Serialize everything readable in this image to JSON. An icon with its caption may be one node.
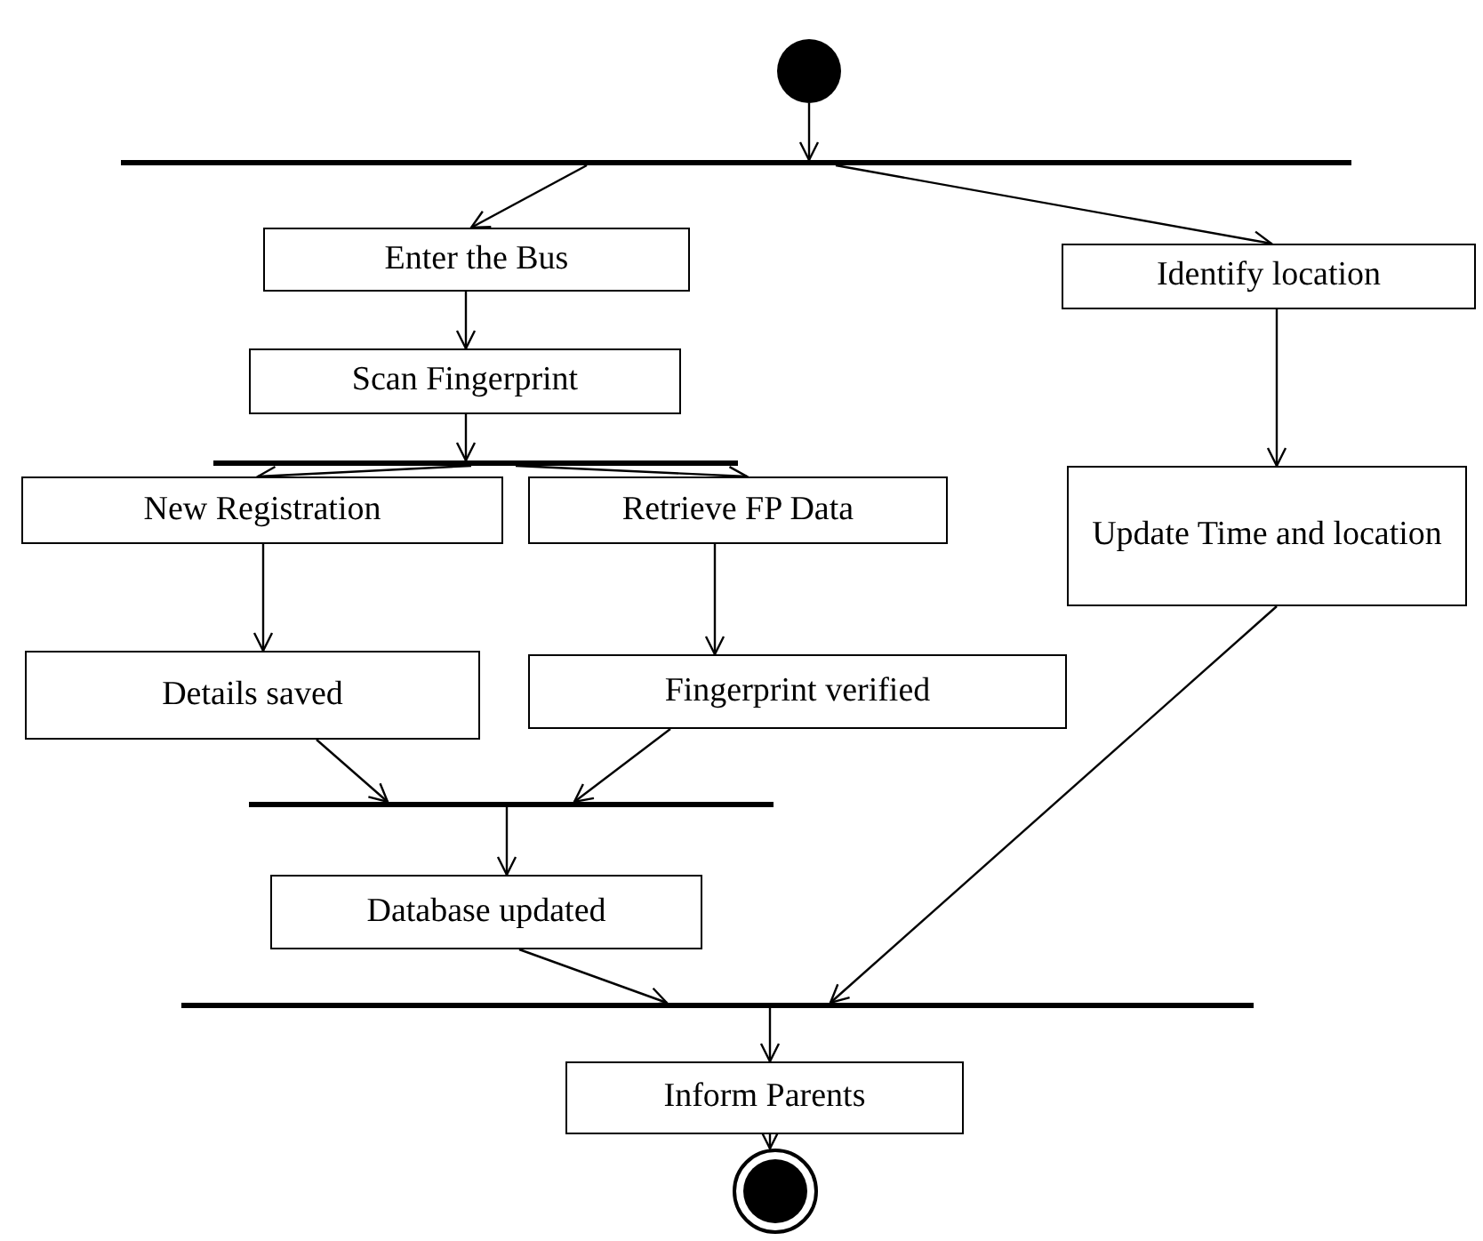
{
  "diagram": {
    "nodes": [
      {
        "text": [],
        "shape": "circle"
      },
      {
        "text": [],
        "shape": "bar"
      },
      {
        "text": [
          "Enter the Bus"
        ]
      },
      {
        "text": [
          "Identify location"
        ]
      },
      {
        "text": [
          "Scan Fingerprint"
        ]
      },
      {
        "text": [],
        "shape": "bar"
      },
      {
        "text": [
          "New Registration"
        ]
      },
      {
        "text": [
          "Retrieve FP Data"
        ]
      },
      {
        "text": [
          "Update Time and location"
        ]
      },
      {
        "text": [
          "Details saved"
        ]
      },
      {
        "text": [
          "Fingerprint verified"
        ]
      },
      {
        "text": [],
        "shape": "bar"
      },
      {
        "text": [
          "Database updated"
        ]
      },
      {
        "text": [],
        "shape": "bar"
      },
      {
        "text": [
          "Inform Parents"
        ]
      },
      {
        "text": [],
        "shape": "bullseye"
      }
    ],
    "edges": [
      {
        "from": 0,
        "to": 1,
        "arrow": "to"
      },
      {
        "from": 1,
        "to": 2,
        "arrow": "to"
      },
      {
        "from": 1,
        "to": 3,
        "arrow": "to"
      },
      {
        "from": 2,
        "to": 4,
        "arrow": "to"
      },
      {
        "from": 4,
        "to": 5,
        "arrow": "to"
      },
      {
        "from": 5,
        "to": 6,
        "arrow": "to"
      },
      {
        "from": 5,
        "to": 7,
        "arrow": "to"
      },
      {
        "from": 3,
        "to": 8,
        "arrow": "to"
      },
      {
        "from": 6,
        "to": 9,
        "arrow": "to"
      },
      {
        "from": 7,
        "to": 10,
        "arrow": "to"
      },
      {
        "from": 9,
        "to": 11,
        "arrow": "to"
      },
      {
        "from": 10,
        "to": 11,
        "arrow": "to"
      },
      {
        "from": 11,
        "to": 12,
        "arrow": "to"
      },
      {
        "from": 12,
        "to": 13,
        "arrow": "to"
      },
      {
        "from": 8,
        "to": 13,
        "arrow": "to"
      },
      {
        "from": 13,
        "to": 14,
        "arrow": "to"
      },
      {
        "from": 14,
        "to": 15,
        "arrow": "to"
      }
    ]
  }
}
